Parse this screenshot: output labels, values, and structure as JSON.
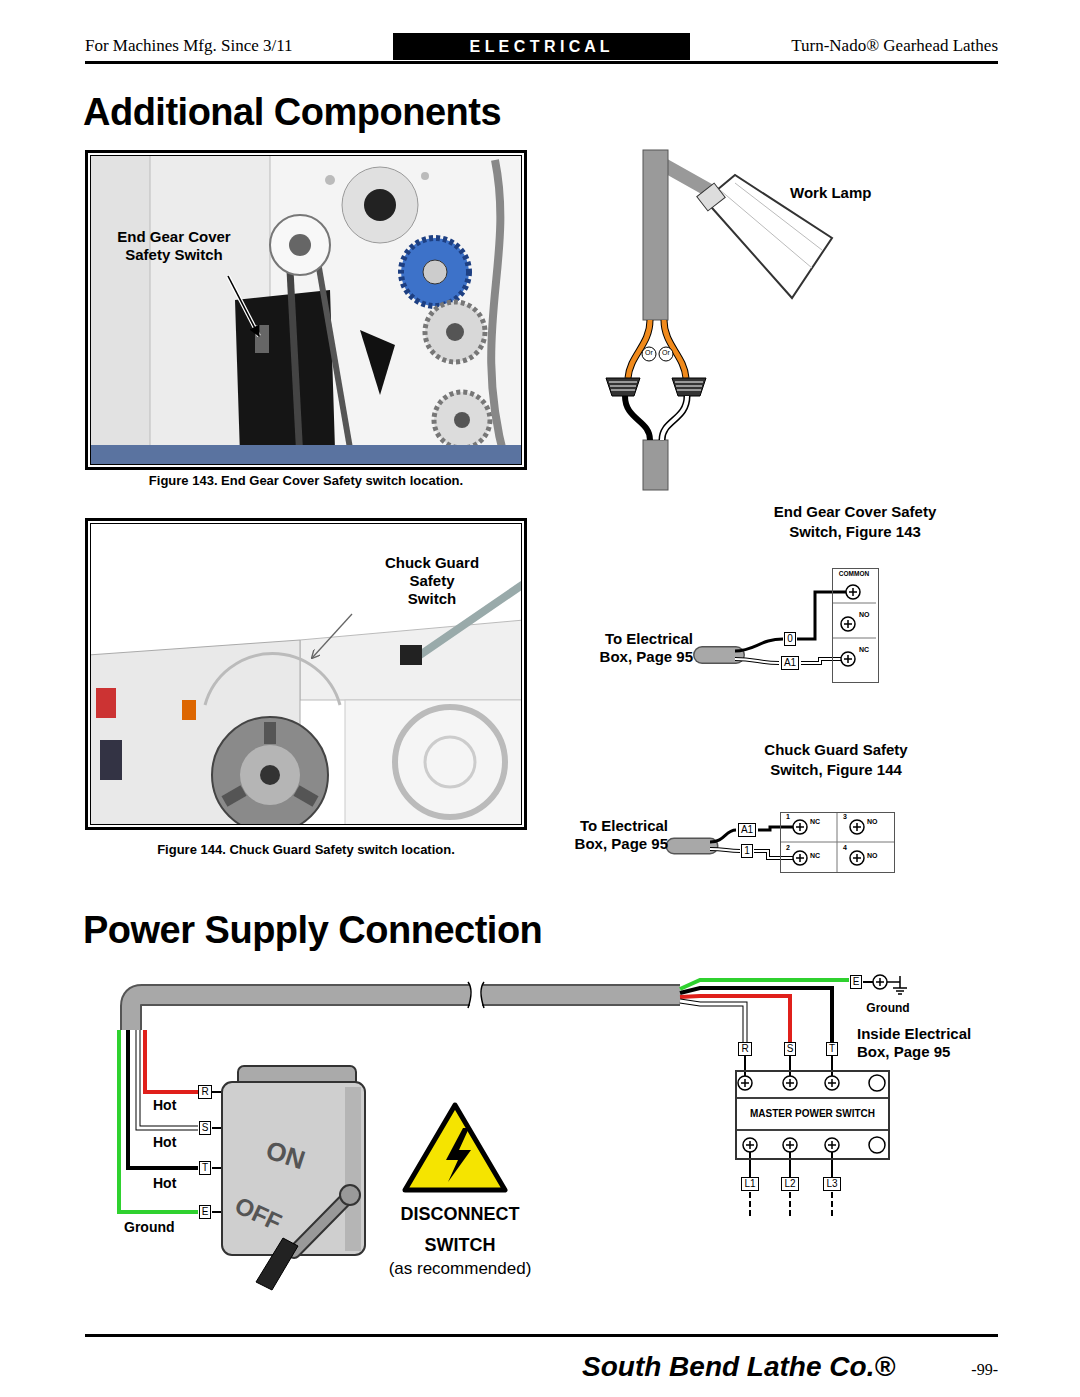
{
  "diagram": {
    "title": "Additional Components",
    "nodes": [
      {
        "text": [
          "E L E C T R I C A L"
        ]
      },
      {
        "text": [
          "End Gear Cover Safety Switch"
        ]
      },
      {
        "text": [
          "Chuck Guard Safety Switch"
        ]
      },
      {
        "text": [
          "COMMON",
          "NO",
          "NC"
        ]
      },
      {
        "text": [
          "1",
          "NC",
          "3",
          "NO",
          "2",
          "NC",
          "4",
          "NO"
        ]
      },
      {
        "text": [
          "MASTER POWER SWITCH"
        ]
      }
    ],
    "labels": [
      "For Machines Mfg. Since 3/11",
      "Turn-Nado® Gearhead Lathes",
      "Figure 143. End Gear Cover Safety switch location.",
      "Figure 144. Chuck Guard Safety switch location.",
      "Work Lamp",
      "Or",
      "Or",
      "End Gear Cover Safety Switch, Figure 143",
      "To Electrical Box, Page 95",
      "0",
      "A1",
      "Chuck Guard Safety Switch, Figure 144",
      "To Electrical Box, Page 95",
      "A1",
      "1",
      "Power Supply Connection",
      "E",
      "Ground",
      "R",
      "S",
      "T",
      "Inside Electrical Box, Page 95",
      "L1",
      "L2",
      "L3",
      "R",
      "Hot",
      "S",
      "Hot",
      "T",
      "Hot",
      "E",
      "Ground",
      "ON",
      "OFF",
      "DISCONNECT SWITCH",
      "(as recommended)",
      "South Bend Lathe Co.®",
      "-99-"
    ]
  }
}
